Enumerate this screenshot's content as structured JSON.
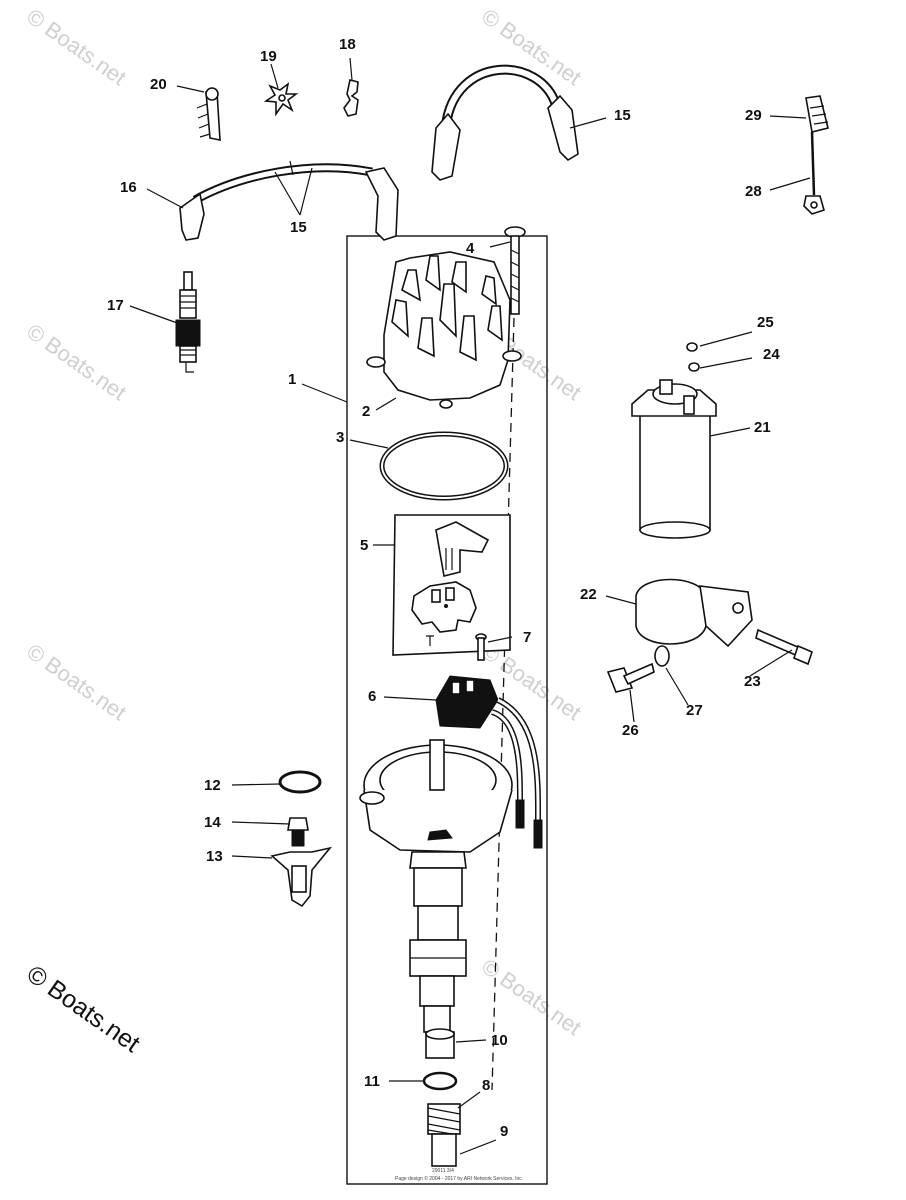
{
  "labels": {
    "1": "1",
    "2": "2",
    "3": "3",
    "4": "4",
    "5": "5",
    "6": "6",
    "7": "7",
    "8": "8",
    "9": "9",
    "10": "10",
    "11": "11",
    "12": "12",
    "13": "13",
    "14": "14",
    "15a": "15",
    "15b": "15",
    "16": "16",
    "17": "17",
    "18": "18",
    "19": "19",
    "20": "20",
    "21": "21",
    "22": "22",
    "23": "23",
    "24": "24",
    "25": "25",
    "26": "26",
    "27": "27",
    "28": "28",
    "29": "29"
  },
  "watermark": "© Boats.net",
  "copyright": "© Boats.net",
  "footer_code": "29011 3/4",
  "footer_text": "Page design © 2004 - 2017 by ARI Network Services, Inc."
}
